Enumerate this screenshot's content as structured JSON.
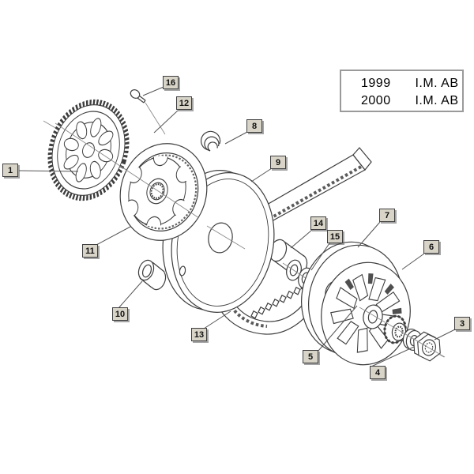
{
  "legend": {
    "rows": [
      {
        "year": "1999",
        "code": "I.M. AB"
      },
      {
        "year": "2000",
        "code": "I.M. AB"
      }
    ]
  },
  "callouts": [
    "1",
    "3",
    "4",
    "5",
    "6",
    "7",
    "8",
    "9",
    "10",
    "11",
    "12",
    "13",
    "14",
    "15",
    "16"
  ],
  "colors": {
    "line": "#3d3d3d",
    "callout_background": "#d8d4c8",
    "callout_border": "#3f3f3f",
    "legend_border": "#9a9a9a",
    "background": "#ffffff"
  }
}
